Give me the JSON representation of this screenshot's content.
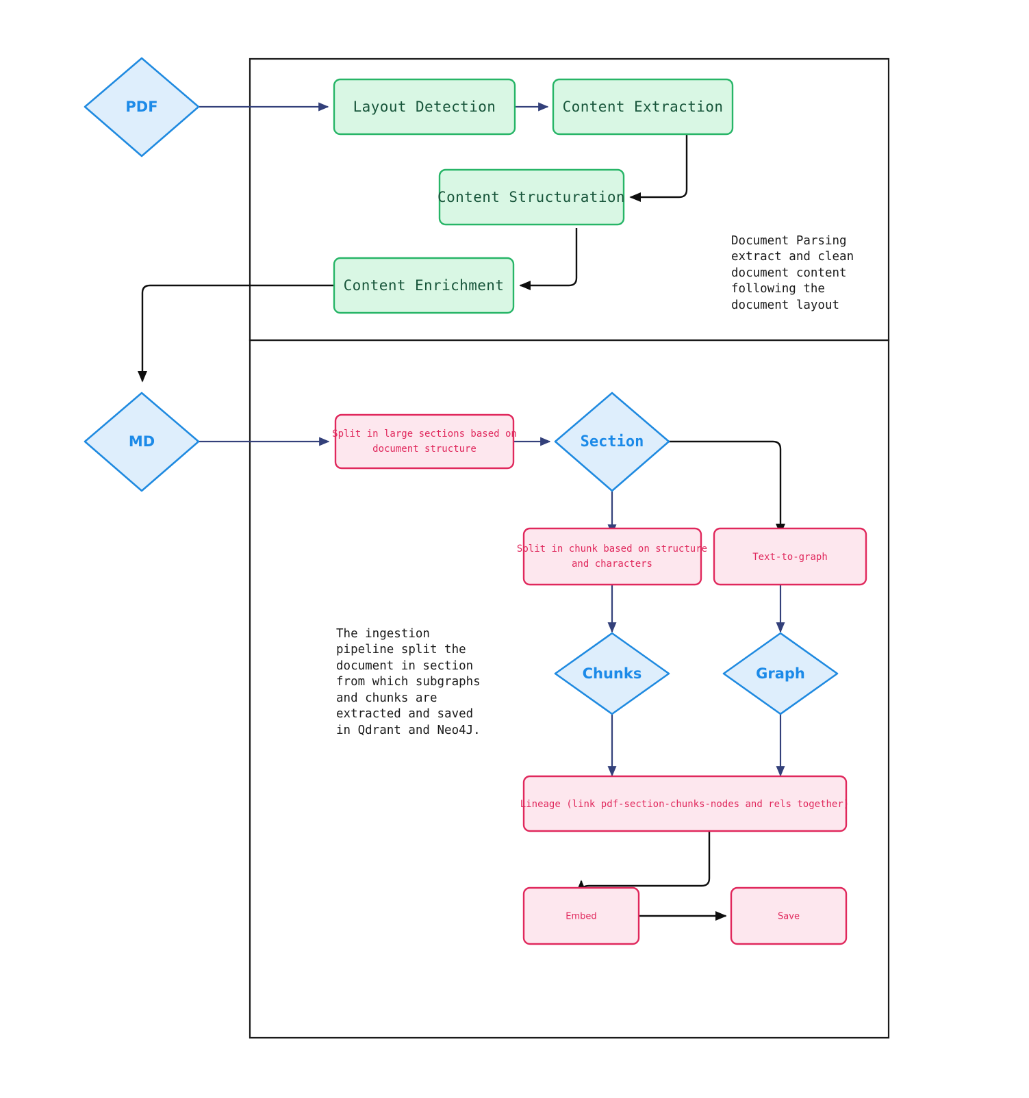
{
  "diagram": {
    "type": "flowchart",
    "title": "Document ingestion pipeline",
    "colors": {
      "diamond_fill": "#deeefc",
      "diamond_stroke": "#1f8ae0",
      "diamond_text": "#1c8ae8",
      "green_fill": "#d9f7e4",
      "green_stroke": "#27b567",
      "green_text": "#17553a",
      "pink_fill": "#fde7ee",
      "pink_stroke": "#e0285c",
      "pink_text": "#e0285c",
      "container_stroke": "#1a1a1a",
      "edge_blue": "#33407a",
      "edge_black": "#0e0e0e",
      "background": "#ffffff"
    }
  },
  "nodes": {
    "pdf": {
      "label": "PDF",
      "shape": "diamond"
    },
    "layout_detection": {
      "label": "Layout Detection",
      "shape": "rounded-rect"
    },
    "content_extraction": {
      "label": "Content Extraction",
      "shape": "rounded-rect"
    },
    "content_structuration": {
      "label": "Content Structuration",
      "shape": "rounded-rect"
    },
    "content_enrichment": {
      "label": "Content Enrichment",
      "shape": "rounded-rect"
    },
    "md": {
      "label": "MD",
      "shape": "diamond"
    },
    "split_sections": {
      "label_line1": "Split in large sections based on",
      "label_line2": "document structure",
      "shape": "rounded-rect"
    },
    "section": {
      "label": "Section",
      "shape": "diamond"
    },
    "split_chunks": {
      "label_line1": "Split in chunk based on structure",
      "label_line2": "and characters",
      "shape": "rounded-rect"
    },
    "text_to_graph": {
      "label": "Text-to-graph",
      "shape": "rounded-rect"
    },
    "chunks": {
      "label": "Chunks",
      "shape": "diamond"
    },
    "graph": {
      "label": "Graph",
      "shape": "diamond"
    },
    "lineage": {
      "label": "Lineage (link pdf-section-chunks-nodes and rels together)",
      "shape": "rounded-rect"
    },
    "embed": {
      "label": "Embed",
      "shape": "rounded-rect"
    },
    "save": {
      "label": "Save",
      "shape": "rounded-rect"
    }
  },
  "annotations": {
    "document_parsing": {
      "lines": [
        "Document Parsing",
        "extract and clean",
        "document content",
        "following the",
        "document layout"
      ]
    },
    "ingestion_pipeline": {
      "lines": [
        "The ingestion",
        "pipeline split the",
        "document in section",
        "from which subgraphs",
        "and chunks are",
        "extracted and saved",
        "in Qdrant and Neo4J."
      ]
    }
  },
  "edges": [
    {
      "from": "pdf",
      "to": "layout_detection"
    },
    {
      "from": "layout_detection",
      "to": "content_extraction"
    },
    {
      "from": "content_extraction",
      "to": "content_structuration"
    },
    {
      "from": "content_structuration",
      "to": "content_enrichment"
    },
    {
      "from": "content_enrichment",
      "to": "md"
    },
    {
      "from": "md",
      "to": "split_sections"
    },
    {
      "from": "split_sections",
      "to": "section"
    },
    {
      "from": "section",
      "to": "split_chunks"
    },
    {
      "from": "section",
      "to": "text_to_graph"
    },
    {
      "from": "split_chunks",
      "to": "chunks"
    },
    {
      "from": "text_to_graph",
      "to": "graph"
    },
    {
      "from": "chunks",
      "to": "lineage"
    },
    {
      "from": "graph",
      "to": "lineage"
    },
    {
      "from": "lineage",
      "to": "embed"
    },
    {
      "from": "embed",
      "to": "save"
    }
  ]
}
